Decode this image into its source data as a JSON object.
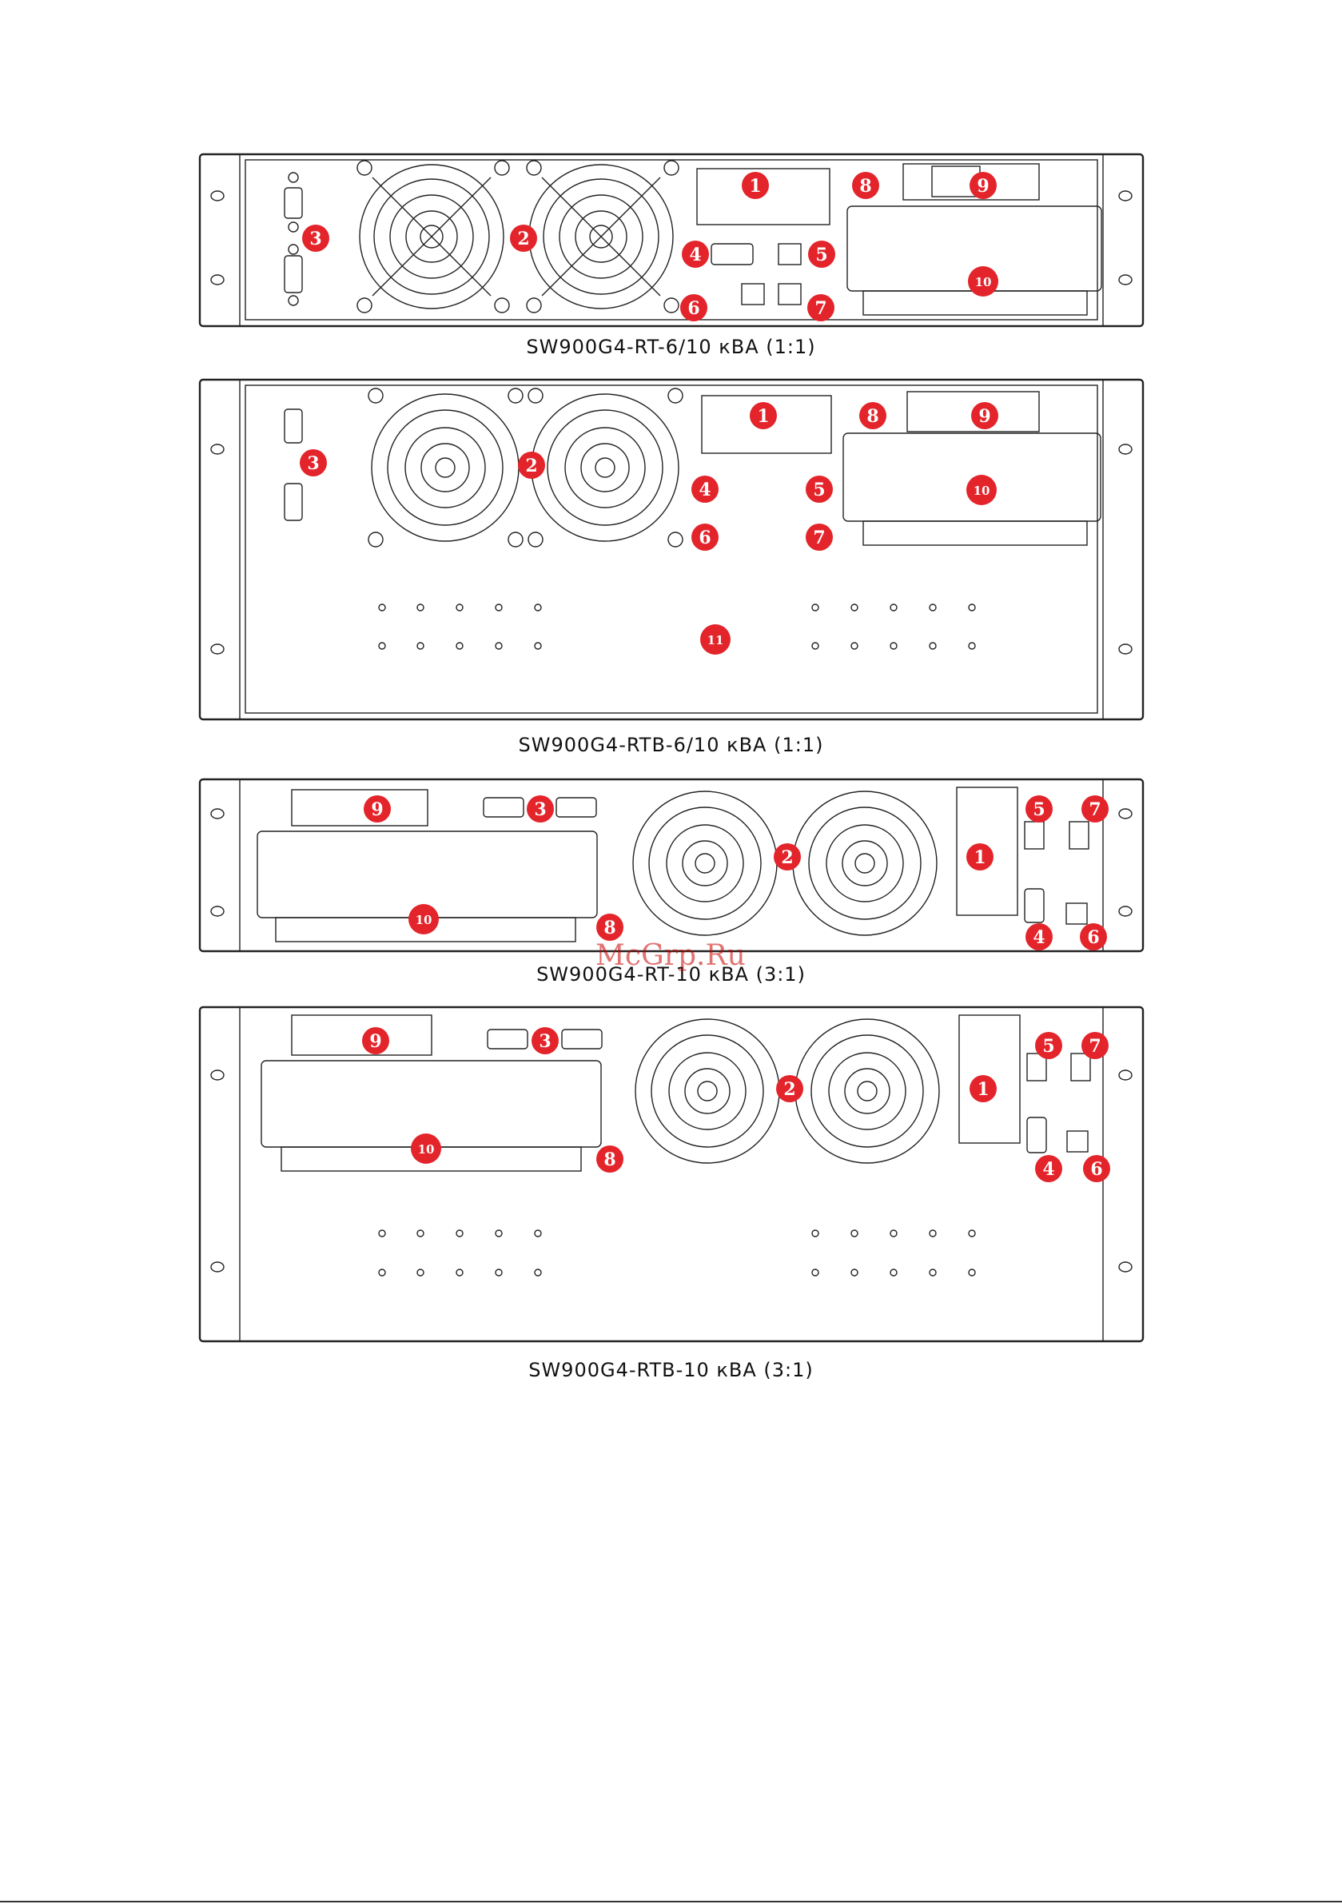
{
  "captions": [
    "SW900G4-RT-6/10 кВА  (1:1)",
    "SW900G4-RTB-6/10 кВА  (1:1)",
    "SW900G4-RT-10 кВА  (3:1)",
    "SW900G4-RTB-10 кВА  (3:1)"
  ],
  "watermark": "McGrp.Ru",
  "colors": {
    "badge": "#e3242b",
    "line": "#222222"
  },
  "panels": [
    {
      "badges": [
        "1",
        "2",
        "3",
        "4",
        "5",
        "6",
        "7",
        "8",
        "9",
        "10"
      ]
    },
    {
      "badges": [
        "1",
        "2",
        "3",
        "4",
        "5",
        "6",
        "7",
        "8",
        "9",
        "10",
        "11"
      ]
    },
    {
      "badges": [
        "1",
        "2",
        "3",
        "4",
        "5",
        "6",
        "7",
        "8",
        "9",
        "10"
      ]
    },
    {
      "badges": [
        "1",
        "2",
        "3",
        "4",
        "5",
        "6",
        "7",
        "8",
        "9",
        "10"
      ]
    }
  ]
}
